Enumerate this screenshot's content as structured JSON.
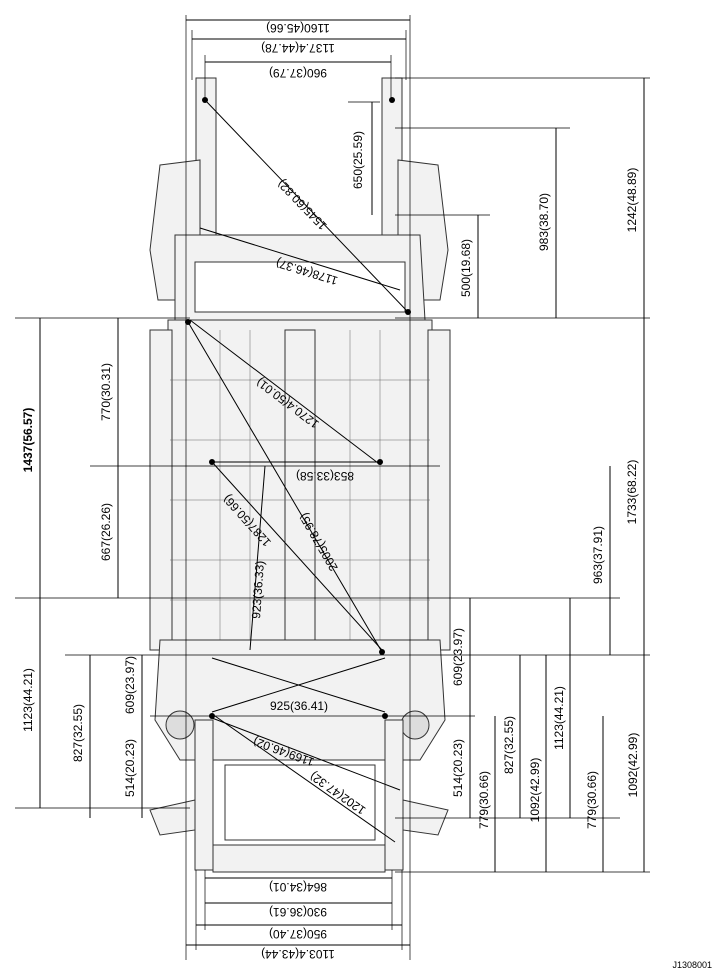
{
  "diagram": {
    "code": "J1308001",
    "top_dims": {
      "a": "1160(45.66)",
      "b": "1137.4(44.78)",
      "c": "960(37.79)"
    },
    "bottom_dims": {
      "a": "864(34.01)",
      "b": "930(36.61)",
      "c": "950(37.40)",
      "d": "1103.4(43.44)"
    },
    "right_dims": {
      "r650": "650(25.59)",
      "r983": "983(38.70)",
      "r1242": "1242(48.89)",
      "r500": "500(19.68)",
      "r1733": "1733(68.22)",
      "r963": "963(37.91)",
      "r609": "609(23.97)",
      "r514": "514(20.23)",
      "r779a": "779(30.66)",
      "r827": "827(32.55)",
      "r1092a": "1092(42.99)",
      "r1123": "1123(44.21)",
      "r779b": "779(30.66)",
      "r1092b": "1092(42.99)"
    },
    "left_dims": {
      "l1437": "1437(56.57)",
      "l770": "770(30.31)",
      "l667": "667(26.26)",
      "l1123": "1123(44.21)",
      "l827": "827(32.55)",
      "l609": "609(23.97)",
      "l514": "514(20.23)"
    },
    "diagonal_dims": {
      "d1545": "1545(60.82)",
      "d1178": "1178(46.37)",
      "d1270": "1270.4(50.01)",
      "d853": "853(33.58)",
      "d1287": "1287(50.66)",
      "d2005": "2005(78.95)",
      "d923": "923(36.33)",
      "d925": "925(36.41)",
      "d1169": "1169(46.02)",
      "d1202": "1202(47.32)"
    }
  }
}
